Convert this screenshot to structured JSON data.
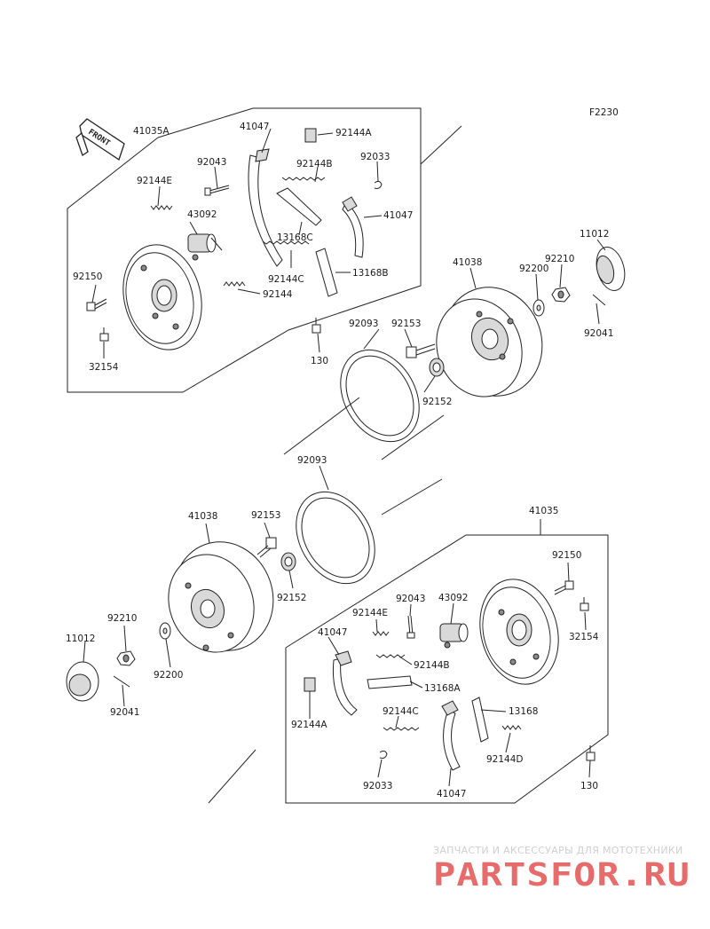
{
  "figure_code": "F2230",
  "front_arrow_text": "FRONT",
  "labels": {
    "t_41035A": "41035A",
    "t_41047a": "41047",
    "t_92144A": "92144A",
    "t_92043": "92043",
    "t_92144B": "92144B",
    "t_92033": "92033",
    "t_92144E": "92144E",
    "t_43092": "43092",
    "t_41047b": "41047",
    "t_13168C": "13168C",
    "t_92144C": "92144C",
    "t_13168B": "13168B",
    "t_92150": "92150",
    "t_92144": "92144",
    "t_32154": "32154",
    "t_130": "130",
    "t_92093": "92093",
    "t_92153": "92153",
    "t_41038": "41038",
    "t_92200": "92200",
    "t_92210": "92210",
    "t_11012": "11012",
    "t_92041": "92041",
    "t_92152": "92152",
    "b_92093": "92093",
    "b_41038": "41038",
    "b_92153": "92153",
    "b_41035": "41035",
    "b_92150": "92150",
    "b_92152": "92152",
    "b_43092": "43092",
    "b_92043": "92043",
    "b_92144E": "92144E",
    "b_92210": "92210",
    "b_41047a": "41047",
    "b_32154": "32154",
    "b_11012": "11012",
    "b_92200": "92200",
    "b_92144B": "92144B",
    "b_13168A": "13168A",
    "b_92041": "92041",
    "b_92144A": "92144A",
    "b_92144C": "92144C",
    "b_13168": "13168",
    "b_92144D": "92144D",
    "b_92033": "92033",
    "b_130": "130",
    "b_41047b": "41047"
  },
  "watermark": {
    "line1": "ЗАПЧАСТИ И АКСЕССУАРЫ ДЛЯ МОТОТЕХНИКИ",
    "line2": "PARTSFOR.RU"
  }
}
